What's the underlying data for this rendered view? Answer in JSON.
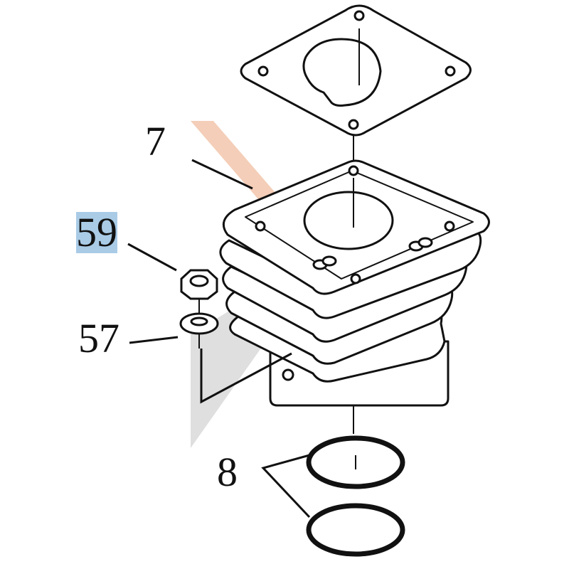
{
  "diagram": {
    "labels": {
      "cylinder": "7",
      "nut": "59",
      "washer": "57",
      "piston_rings": "8"
    },
    "highlighted_label": "59",
    "colors": {
      "highlight": "#a9cbe6",
      "watermark_orange": "#f3c9b0",
      "watermark_grey": "#d9d9d9",
      "line": "#111111"
    }
  }
}
